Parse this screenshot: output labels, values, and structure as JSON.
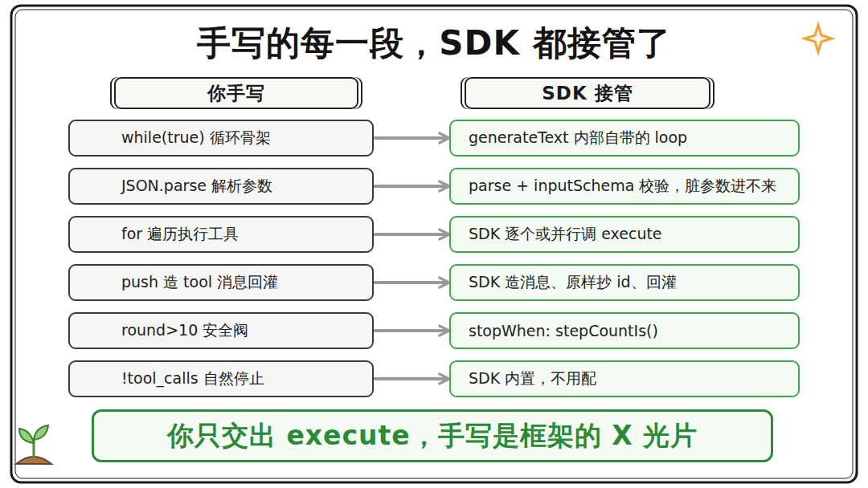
{
  "diagram": {
    "title": "手写的每一段，SDK 都接管了",
    "nodes": [
      {
        "text": [
          "你手写"
        ]
      },
      {
        "text": [
          "SDK 接管"
        ]
      },
      {
        "text": [
          "while(true) 循环骨架"
        ]
      },
      {
        "text": [
          "generateText 内部自带的 loop"
        ]
      },
      {
        "text": [
          "JSON.parse 解析参数"
        ]
      },
      {
        "text": [
          "parse + inputSchema 校验，脏参数进不来"
        ]
      },
      {
        "text": [
          "for 遍历执行工具"
        ]
      },
      {
        "text": [
          "SDK 逐个或并行调 execute"
        ]
      },
      {
        "text": [
          "push 造 tool 消息回灌"
        ]
      },
      {
        "text": [
          "SDK 造消息、原样抄 id、回灌"
        ]
      },
      {
        "text": [
          "round>10 安全阀"
        ]
      },
      {
        "text": [
          "stopWhen: stepCountIs()"
        ]
      },
      {
        "text": [
          "!tool_calls 自然停止"
        ]
      },
      {
        "text": [
          "SDK 内置，不用配"
        ]
      },
      {
        "text": [
          "你只交出 execute，手写是框架的 X 光片"
        ]
      }
    ],
    "edges": [
      {
        "from": 2,
        "to": 3,
        "arrow": "to"
      },
      {
        "from": 4,
        "to": 5,
        "arrow": "to"
      },
      {
        "from": 6,
        "to": 7,
        "arrow": "to"
      },
      {
        "from": 8,
        "to": 9,
        "arrow": "to"
      },
      {
        "from": 10,
        "to": 11,
        "arrow": "to"
      },
      {
        "from": 12,
        "to": 13,
        "arrow": "to"
      }
    ]
  }
}
